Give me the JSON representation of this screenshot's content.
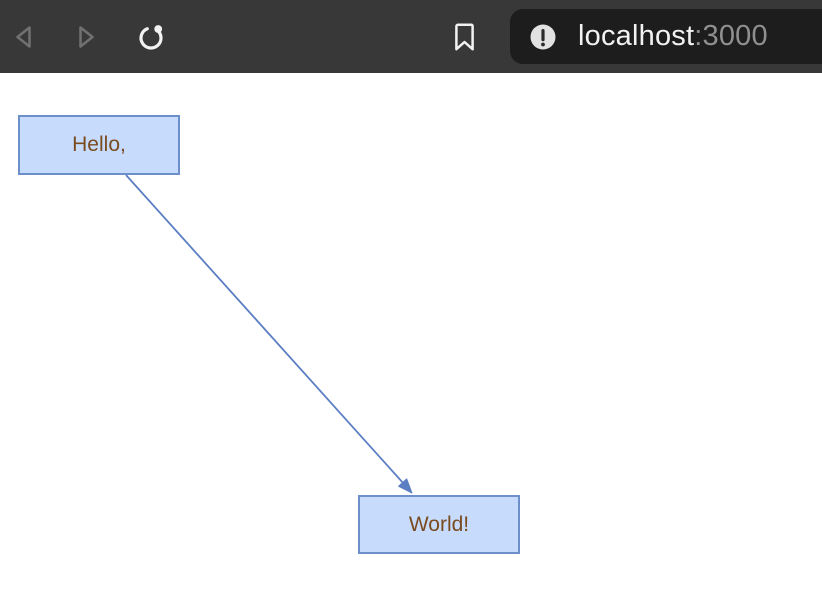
{
  "browser": {
    "url": {
      "host": "localhost",
      "port": ":3000"
    },
    "icons": {
      "back_icon": "left-triangle-outline",
      "forward_icon": "right-triangle-outline",
      "reload_icon": "circular-arrow",
      "bookmark_icon": "bookmark-outline",
      "site_info_icon": "exclamation-circle"
    }
  },
  "graph": {
    "nodes": [
      {
        "label": "Hello,"
      },
      {
        "label": "World!"
      }
    ],
    "edges": [
      {
        "from": "Hello,",
        "to": "World!",
        "style": "straight-arrow"
      }
    ]
  },
  "colors": {
    "toolbar_bg": "#383838",
    "urlbar_bg": "#1d1d1d",
    "url_host_text": "#f2f2f2",
    "url_port_text": "#8f8f8f",
    "nav_disabled_icon": "#707070",
    "active_icon": "#f2f2f2",
    "page_bg": "#ffffff",
    "node_fill": "#c7dbfc",
    "node_border": "#6d8fca",
    "node_text": "#7b4b20",
    "edge": "#5c7fc3"
  }
}
